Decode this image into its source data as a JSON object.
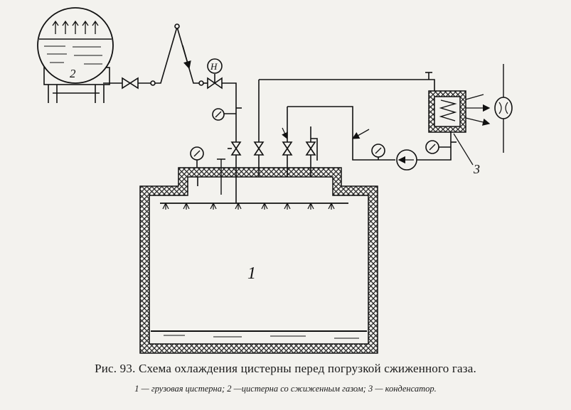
{
  "figure": {
    "caption": "Рис. 93. Схема охлаждения цистерны перед  погрузкой  сжиженного газа.",
    "legend": "1 — грузовая цистерна; 2 —цистерна со сжиженным газом;  3 — конденсатор."
  },
  "labels": {
    "tank_number": "1",
    "storage_tank_number": "2",
    "condenser_number": "3",
    "gauge_letter": "Н"
  }
}
